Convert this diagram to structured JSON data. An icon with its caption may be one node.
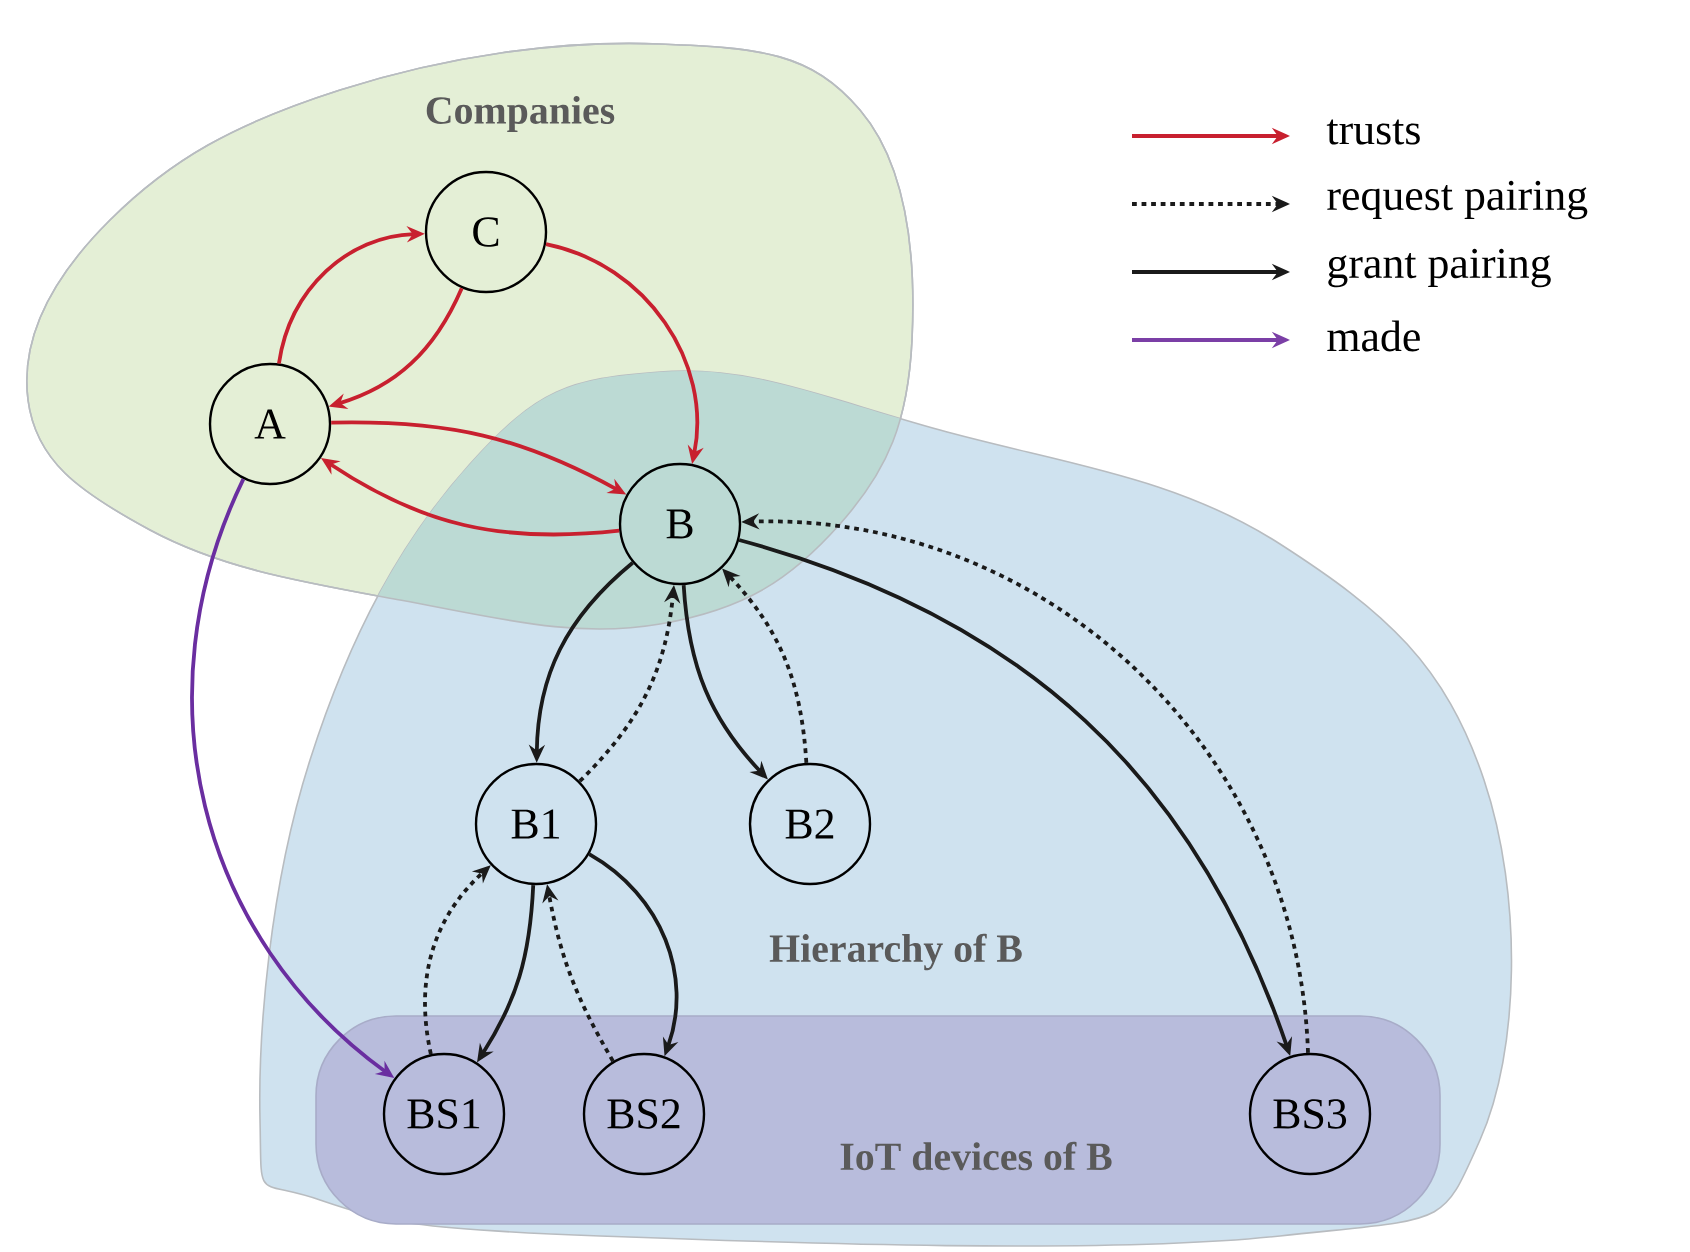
{
  "diagram": {
    "nodes": [
      {
        "text": [
          "Companies"
        ]
      },
      {
        "text": [
          "Hierarchy of B"
        ]
      },
      {
        "text": [
          "IoT devices of B"
        ],
        "in": 1
      },
      {
        "text": [
          "C"
        ],
        "in": 0
      },
      {
        "text": [
          "A"
        ],
        "in": 0
      },
      {
        "text": [
          "B"
        ]
      },
      {
        "text": [
          "B1"
        ],
        "in": 1
      },
      {
        "text": [
          "B2"
        ],
        "in": 1
      },
      {
        "text": [
          "BS1"
        ],
        "in": 2
      },
      {
        "text": [
          "BS2"
        ],
        "in": 2
      },
      {
        "text": [
          "BS3"
        ],
        "in": 2
      }
    ],
    "edges": [
      {
        "from": 4,
        "to": 3,
        "arrow": "to",
        "color": "#c8202f"
      },
      {
        "from": 3,
        "to": 4,
        "arrow": "to",
        "color": "#c8202f"
      },
      {
        "from": 3,
        "to": 5,
        "arrow": "to",
        "color": "#c8202f"
      },
      {
        "from": 4,
        "to": 5,
        "arrow": "to",
        "color": "#c8202f"
      },
      {
        "from": 5,
        "to": 4,
        "arrow": "to",
        "color": "#c8202f"
      },
      {
        "from": 4,
        "to": 8,
        "arrow": "to",
        "color": "#6a2ea0"
      },
      {
        "from": 5,
        "to": 6,
        "arrow": "to"
      },
      {
        "from": 6,
        "to": 5,
        "arrow": "to",
        "style": "dashed"
      },
      {
        "from": 5,
        "to": 7,
        "arrow": "to"
      },
      {
        "from": 7,
        "to": 5,
        "arrow": "to",
        "style": "dashed"
      },
      {
        "from": 5,
        "to": 10,
        "arrow": "to"
      },
      {
        "from": 10,
        "to": 5,
        "arrow": "to",
        "style": "dashed"
      },
      {
        "from": 6,
        "to": 8,
        "arrow": "to"
      },
      {
        "from": 8,
        "to": 6,
        "arrow": "to",
        "style": "dashed"
      },
      {
        "from": 6,
        "to": 9,
        "arrow": "to"
      },
      {
        "from": 9,
        "to": 6,
        "arrow": "to",
        "style": "dashed"
      }
    ],
    "legend": [
      {
        "text": "trusts"
      },
      {
        "text": "request pairing"
      },
      {
        "text": "grant pairing"
      },
      {
        "text": "made"
      }
    ]
  }
}
